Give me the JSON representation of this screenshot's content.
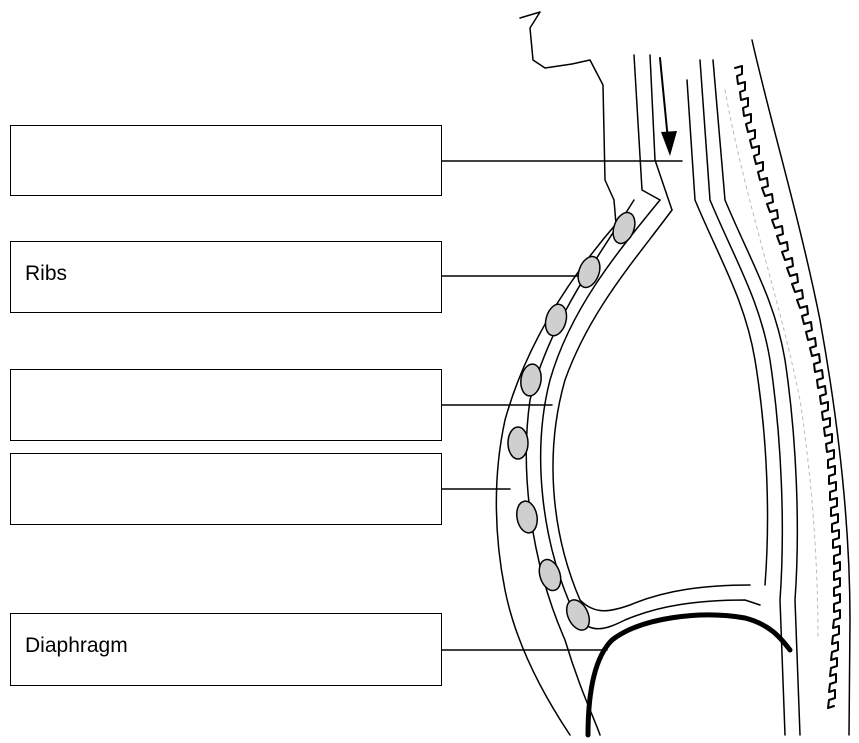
{
  "labels": [
    {
      "id": "label-1",
      "text": ""
    },
    {
      "id": "label-2",
      "text": "Ribs"
    },
    {
      "id": "label-3",
      "text": ""
    },
    {
      "id": "label-4",
      "text": ""
    },
    {
      "id": "label-5",
      "text": "Diaphragm"
    }
  ],
  "colors": {
    "line": "#000000",
    "rib_fill": "#cfcfcf",
    "background": "#ffffff"
  }
}
